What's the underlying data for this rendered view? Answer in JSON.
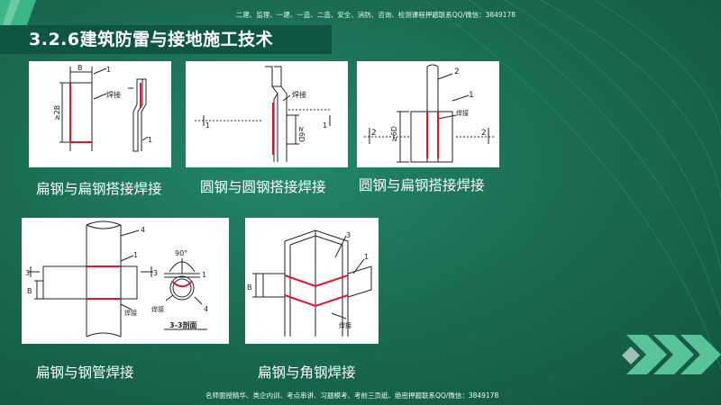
{
  "slide": {
    "title": "3.2.6建筑防雷与接地施工技术",
    "watermark_top": "二建、监理、一建、一造、二造、安全、消防、咨询、检测课程押题联系QQ/微信：3849178",
    "watermark_bottom": "名师面授精华、类企内训、考点串讲、习题模考、考前三页纸、绝密押题联系QQ/微信：3849178",
    "colors": {
      "background": "#1c6e55",
      "header_strip": "#0f5642",
      "weld_red": "#e0142c",
      "text": "#ffffff"
    }
  },
  "figures": [
    {
      "caption": "扁钢与扁钢搭接焊接",
      "labels": {
        "width": "B",
        "length": "≥2B",
        "part": "1",
        "weld": "焊接"
      }
    },
    {
      "caption": "圆钢与圆钢搭接焊接",
      "labels": {
        "section_left": "1",
        "section_right": "1",
        "length": "≥6D",
        "weld": "焊接"
      }
    },
    {
      "caption": "圆钢与扁钢搭接焊接",
      "labels": {
        "top": "2",
        "part": "1",
        "section_left": "2",
        "section_right": "2",
        "length": "≥6D",
        "weld": "焊接"
      }
    },
    {
      "caption": "扁钢与钢管焊接",
      "labels": {
        "pipe": "4",
        "part": "1",
        "section_left": "3",
        "section_right": "3",
        "width": "B",
        "weld": "焊接",
        "angle": "90°",
        "section_title": "3-3剖面",
        "sec_part": "1",
        "sec_pipe": "4",
        "sec_weld": "焊接"
      }
    },
    {
      "caption": "扁钢与角钢焊接",
      "labels": {
        "angle_part": "3",
        "flat_part": "1",
        "width": "B",
        "weld": "焊接"
      }
    }
  ]
}
